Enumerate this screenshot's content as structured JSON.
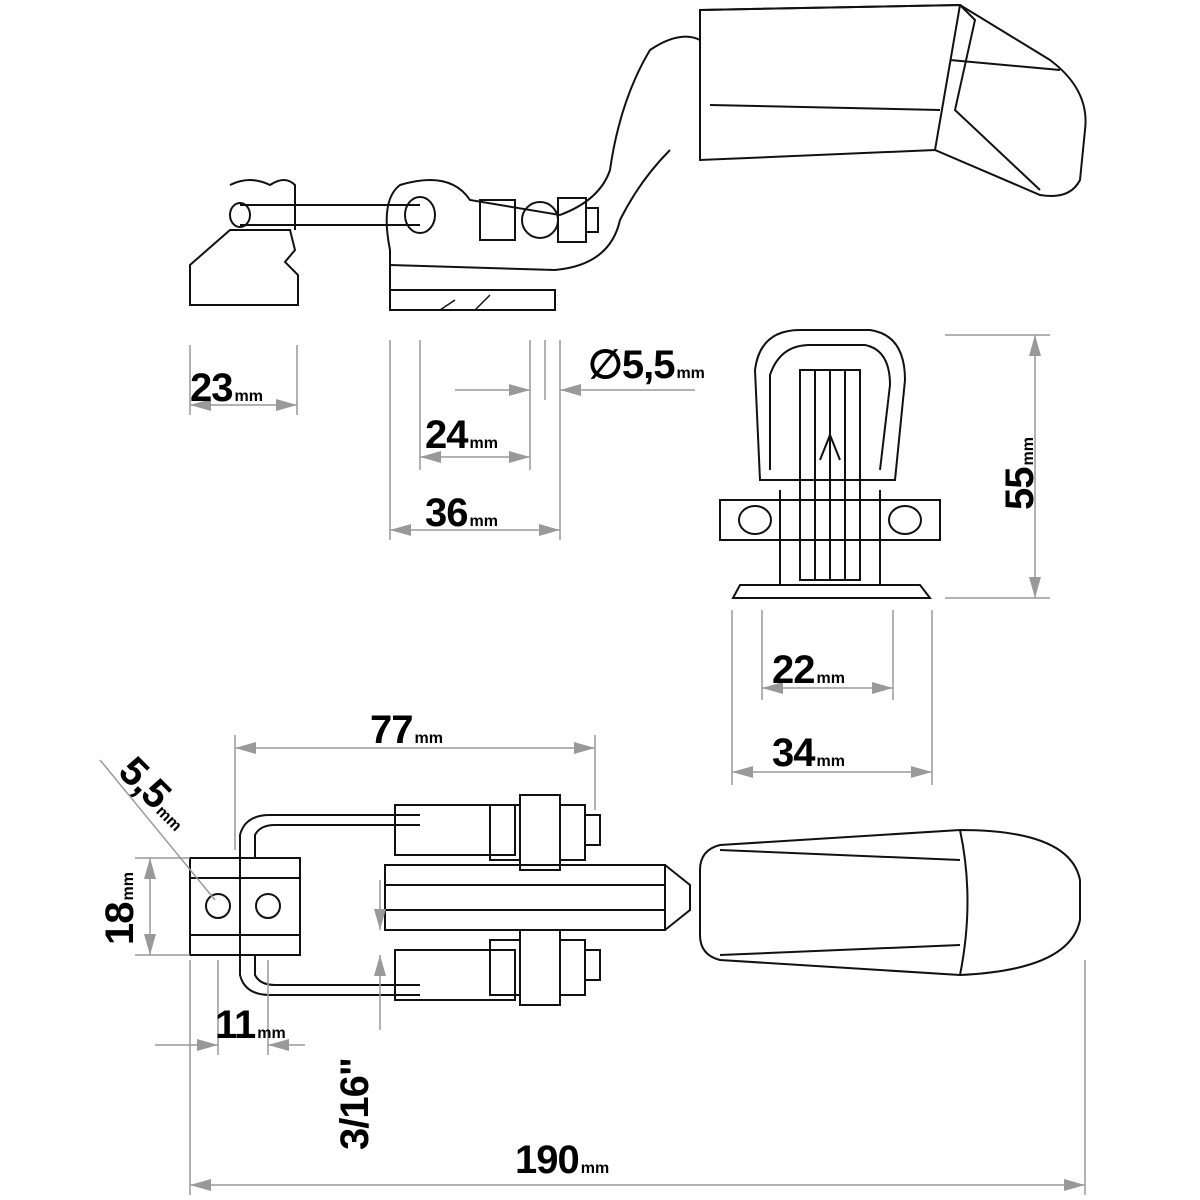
{
  "unit": "mm",
  "colors": {
    "line": "#111111",
    "dim": "#999999"
  },
  "side_view": {
    "dims": [
      {
        "id": "flange_width",
        "value": "23"
      },
      {
        "id": "hole_spacing",
        "value": "24"
      },
      {
        "id": "base_length",
        "value": "36"
      },
      {
        "id": "hole_diameter",
        "value": "∅5,5"
      }
    ]
  },
  "front_view": {
    "dims": [
      {
        "id": "height",
        "value": "55"
      },
      {
        "id": "hole_spacing",
        "value": "22"
      },
      {
        "id": "base_width",
        "value": "34"
      }
    ]
  },
  "top_view": {
    "dims": [
      {
        "id": "latch_reach",
        "value": "77"
      },
      {
        "id": "hole_diameter",
        "value": "5,5"
      },
      {
        "id": "latch_width",
        "value": "18"
      },
      {
        "id": "latch_hole_spacing",
        "value": "11"
      },
      {
        "id": "rod_diameter",
        "value": "3/16\""
      },
      {
        "id": "overall_length",
        "value": "190"
      }
    ]
  }
}
